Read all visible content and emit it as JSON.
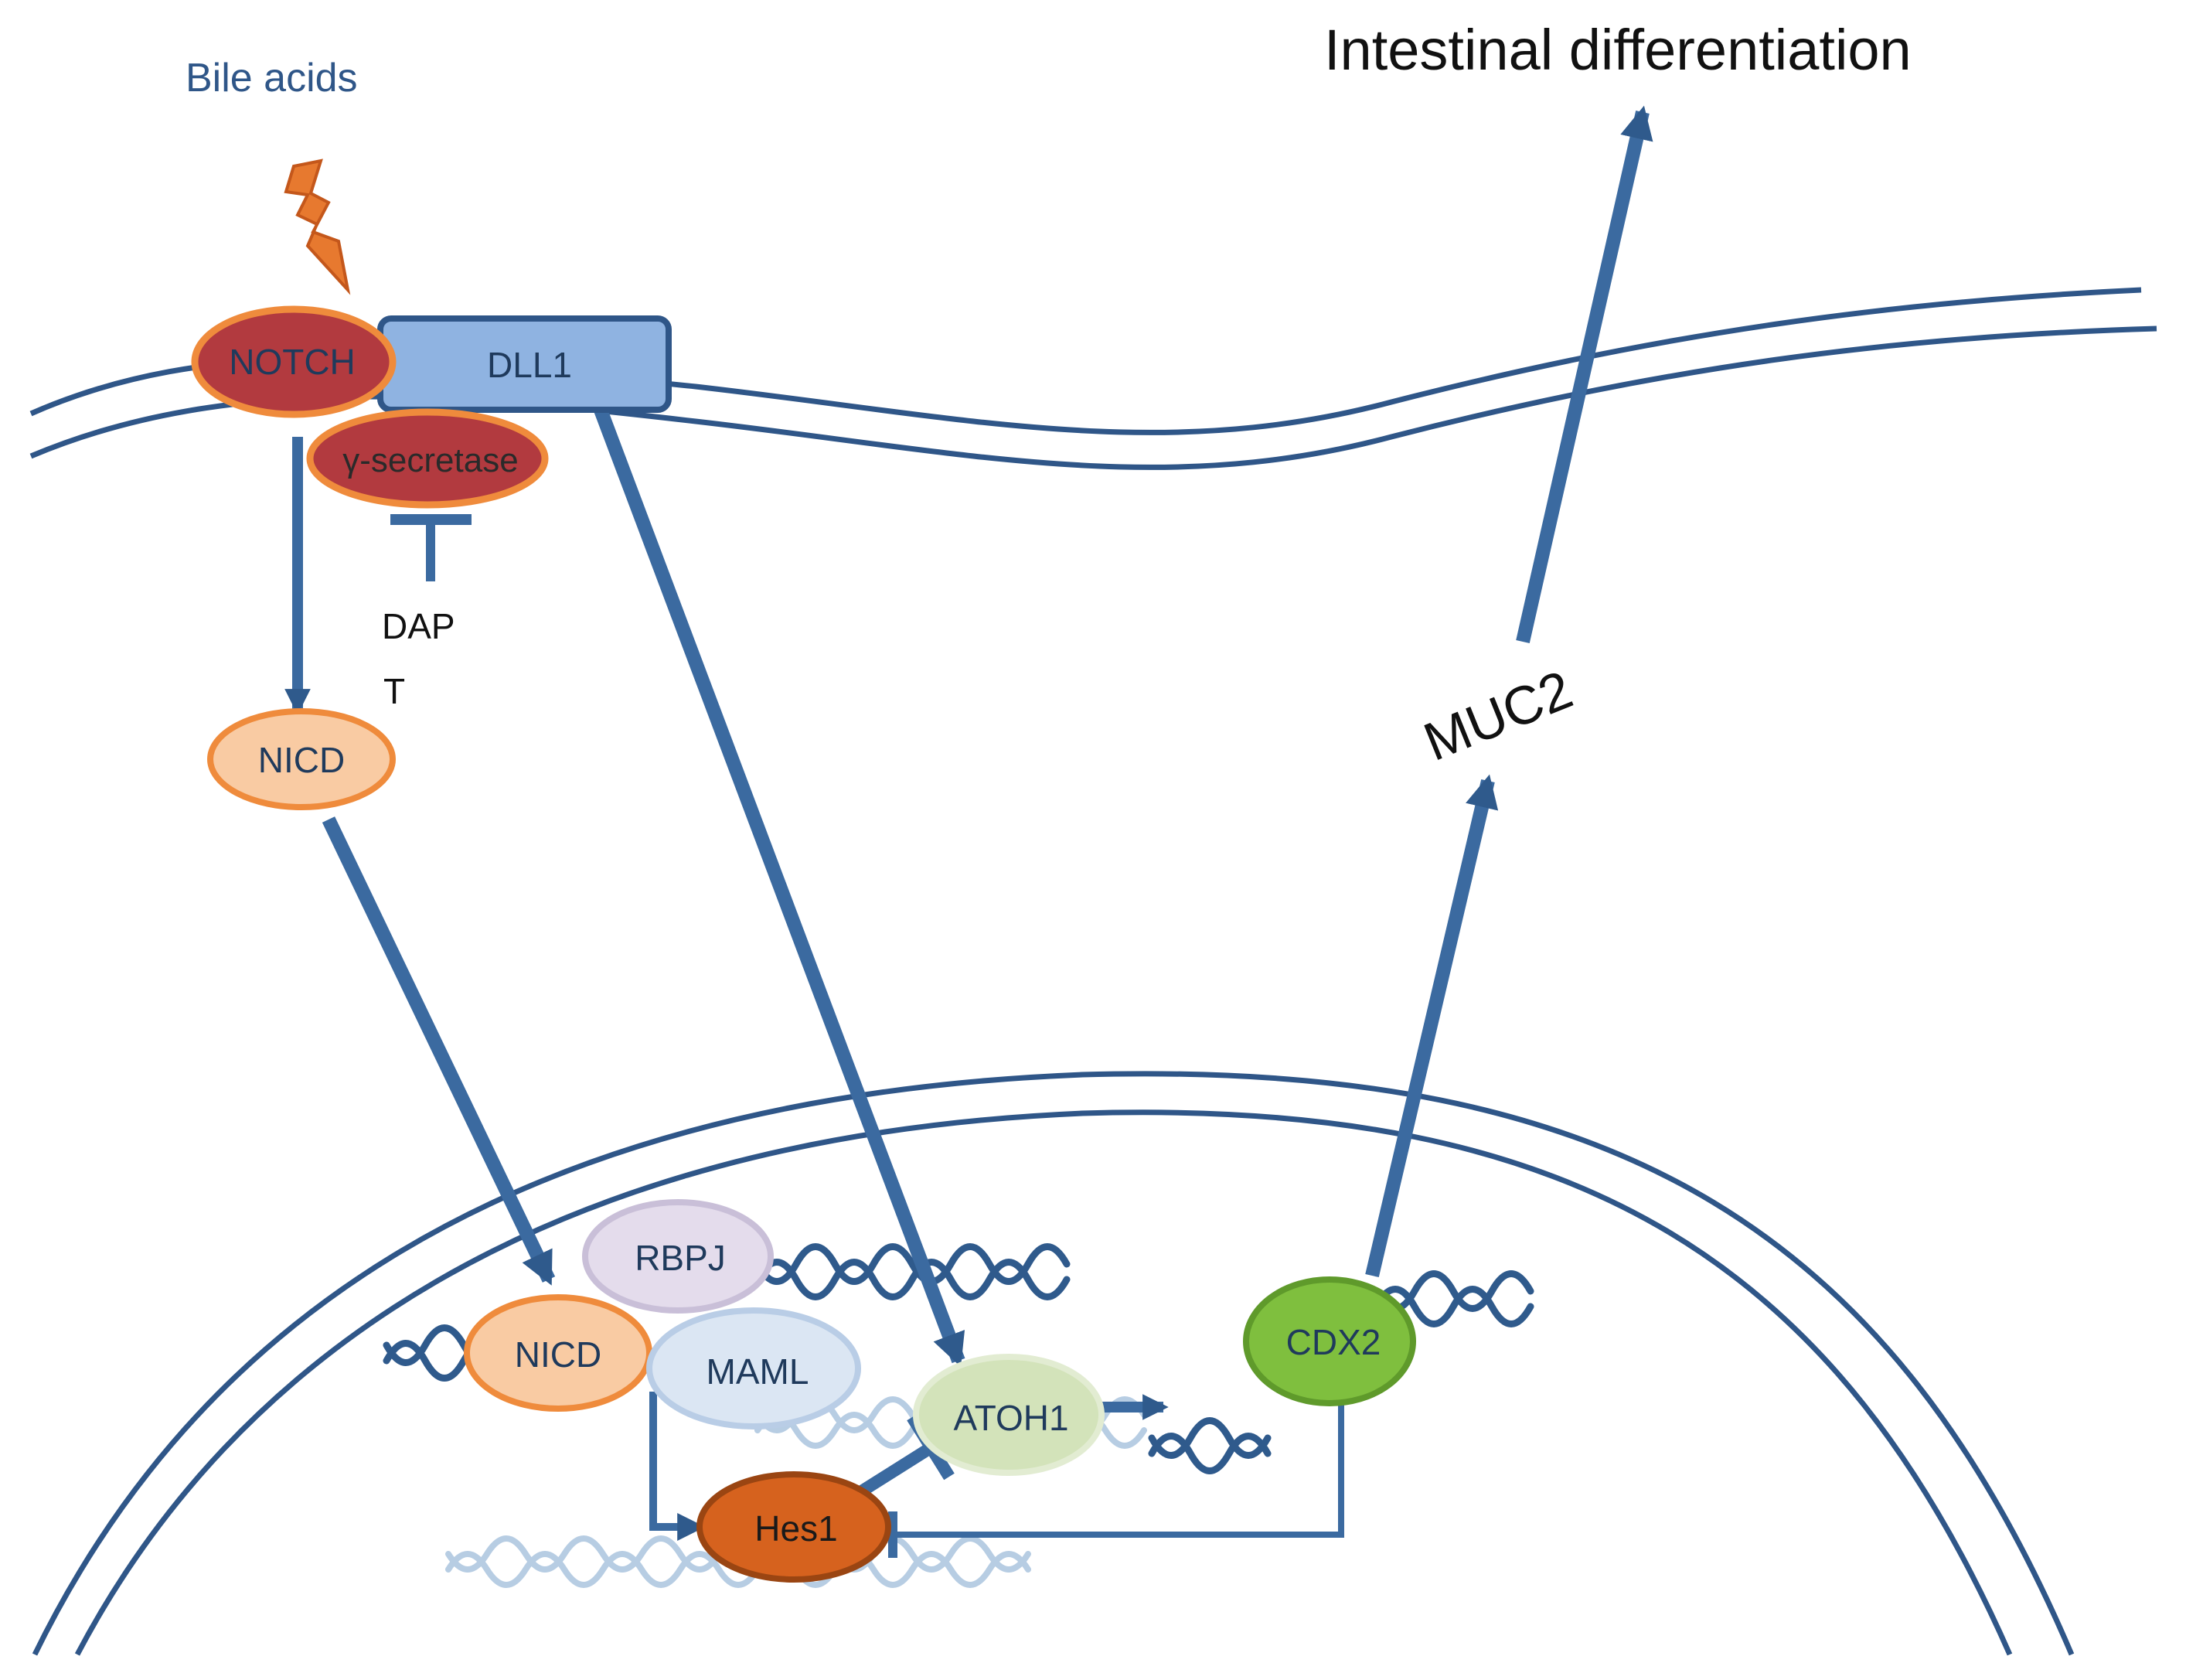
{
  "labels": {
    "bile_acids": "Bile acids",
    "intestinal_differentiation": "Intestinal differentiation",
    "muc2": "MUC2",
    "dapt_line1": "DAP",
    "dapt_line2": "T"
  },
  "nodes": {
    "notch": "NOTCH",
    "dll1": "DLL1",
    "gamma_secretase": "γ-secretase",
    "nicd_cyto": "NICD",
    "rbpj": "RBPJ",
    "nicd_nuc": "NICD",
    "maml": "MAML",
    "atoh1": "ATOH1",
    "hes1": "Hes1",
    "cdx2": "CDX2"
  },
  "colors": {
    "arrow": "#3b6aa0",
    "membrane": "#2f5688",
    "notch_fill": "#b23a3f",
    "orange_outline": "#ef8b3c",
    "dll1_fill": "#8fb3e1",
    "nicd_fill": "#f9cba3",
    "rbpj_fill": "#e4dcec",
    "maml_fill": "#dbe6f3",
    "atoh1_fill": "#d3e3ba",
    "hes1_fill": "#d6621e",
    "cdx2_fill": "#7fbf3e",
    "bolt": "#e7792f"
  }
}
